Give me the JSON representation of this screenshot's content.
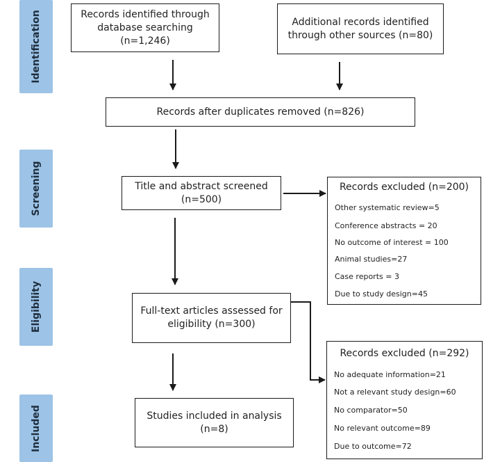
{
  "stages": [
    {
      "id": "identification",
      "label": "Identification"
    },
    {
      "id": "screening",
      "label": "Screening"
    },
    {
      "id": "eligibility",
      "label": "Eligibility"
    },
    {
      "id": "included",
      "label": "Included"
    }
  ],
  "boxes": {
    "database": [
      "Records identified through",
      "database searching",
      "(n=1,246)"
    ],
    "other_sources": [
      "Additional records identified",
      "through other sources (n=80)"
    ],
    "duplicates": [
      "Records after duplicates removed (n=826)"
    ],
    "screened": [
      "Title and abstract screened",
      "(n=500)"
    ],
    "fulltext": [
      "Full-text articles assessed for",
      "eligibility (n=300)"
    ],
    "included": [
      "Studies included in analysis",
      "(n=8)"
    ]
  },
  "excluded_screening": {
    "title": "Records excluded (n=200)",
    "items": [
      "Other systematic review=5",
      "Conference abstracts = 20",
      "No outcome of interest = 100",
      "Animal studies=27",
      "Case reports = 3",
      "Due to study design=45"
    ]
  },
  "excluded_eligibility": {
    "title": "Records excluded (n=292)",
    "items": [
      "No adequate information=21",
      "Not a relevant study design=60",
      "No comparator=50",
      "No relevant outcome=89",
      "Due to outcome=72"
    ]
  }
}
